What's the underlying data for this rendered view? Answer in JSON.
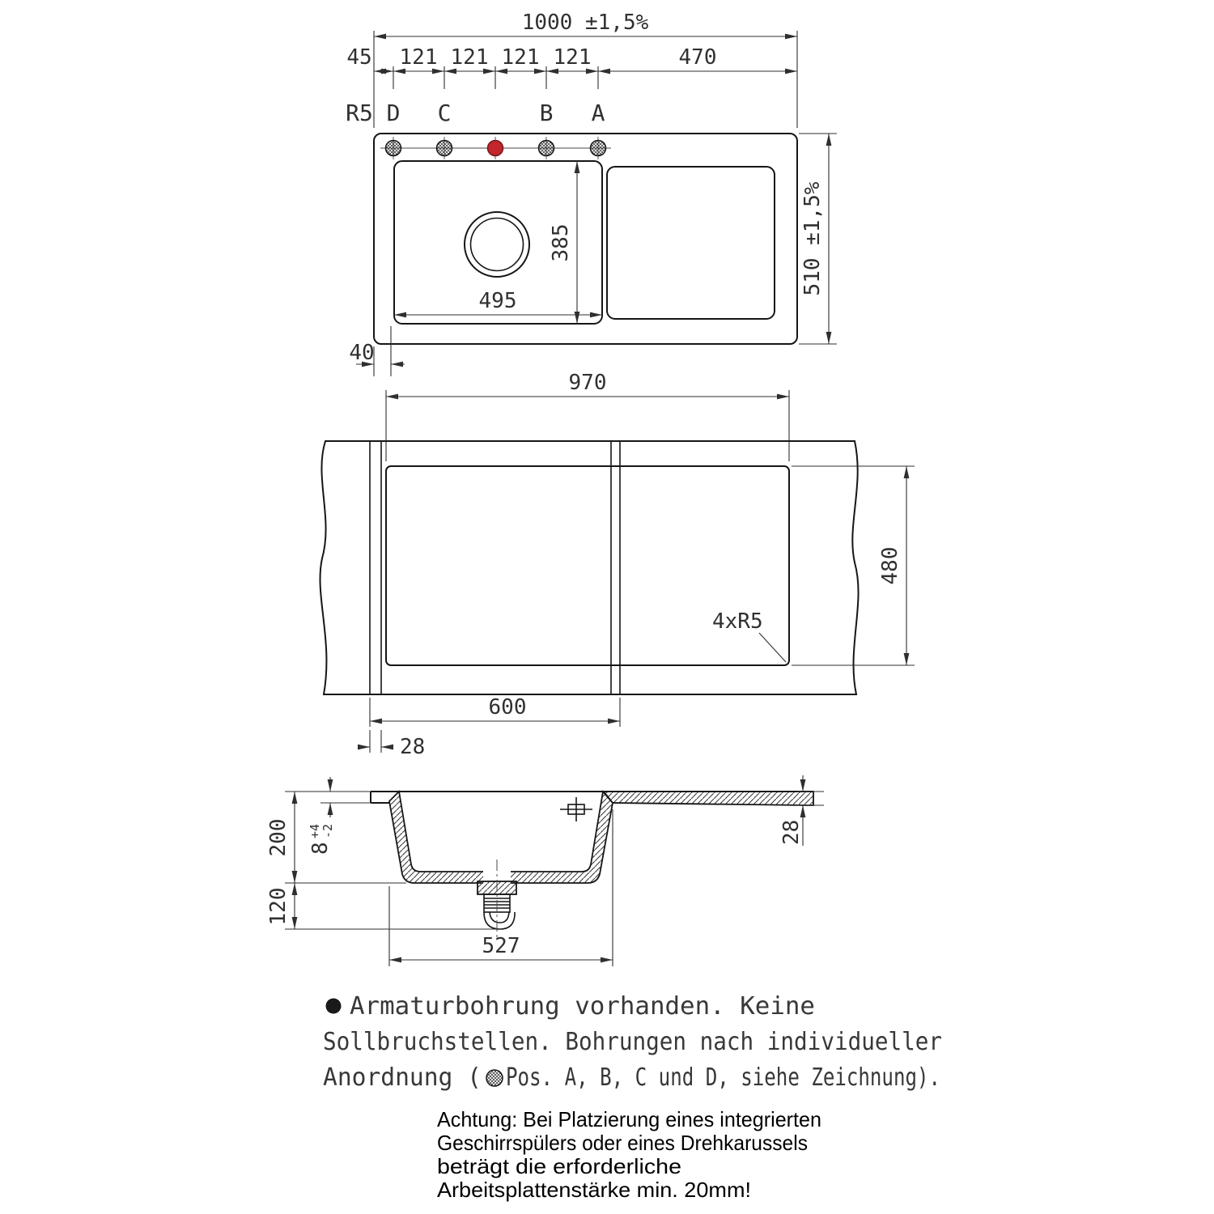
{
  "drawing": {
    "top_view": {
      "dim_total": "1000 ±1,5%",
      "dim_left": "45",
      "dim_pitch": "121",
      "dim_right": "470",
      "radius": "R5",
      "holes": {
        "d": "D",
        "c": "C",
        "b": "B",
        "a": "A"
      },
      "bowl_width": "495",
      "bowl_depth": "385",
      "dim_height": "510 ±1,5%",
      "dim_bottom": "40"
    },
    "cutout_view": {
      "width": "970",
      "height": "480",
      "corner_radius": "4xR5",
      "bowl_cutout": "600",
      "edge_offset": "28"
    },
    "section_view": {
      "depth": "200",
      "rim": "8",
      "rim_tol_plus": "+4",
      "rim_tol_minus": "-2",
      "drain_height": "120",
      "bowl_width": "527",
      "edge_thickness": "28"
    },
    "colors": {
      "line": "#161616",
      "dimension": "#2f2f2f",
      "accent_hole": "#c1272d"
    }
  },
  "notes": {
    "armature": {
      "line1": "Armaturbohrung vorhanden. Keine",
      "line2": "Sollbruchstellen. Bohrungen nach individueller",
      "line3_prefix": "Anordnung (",
      "line3_suffix": "Pos. A, B, C und D, siehe Zeichnung)."
    },
    "attention": {
      "line1": "Achtung: Bei Platzierung eines integrierten",
      "line2": "Geschirrspülers oder eines Drehkarussels",
      "line3": "beträgt die erforderliche",
      "line4": "Arbeitsplattenstärke min. 20mm!"
    }
  }
}
